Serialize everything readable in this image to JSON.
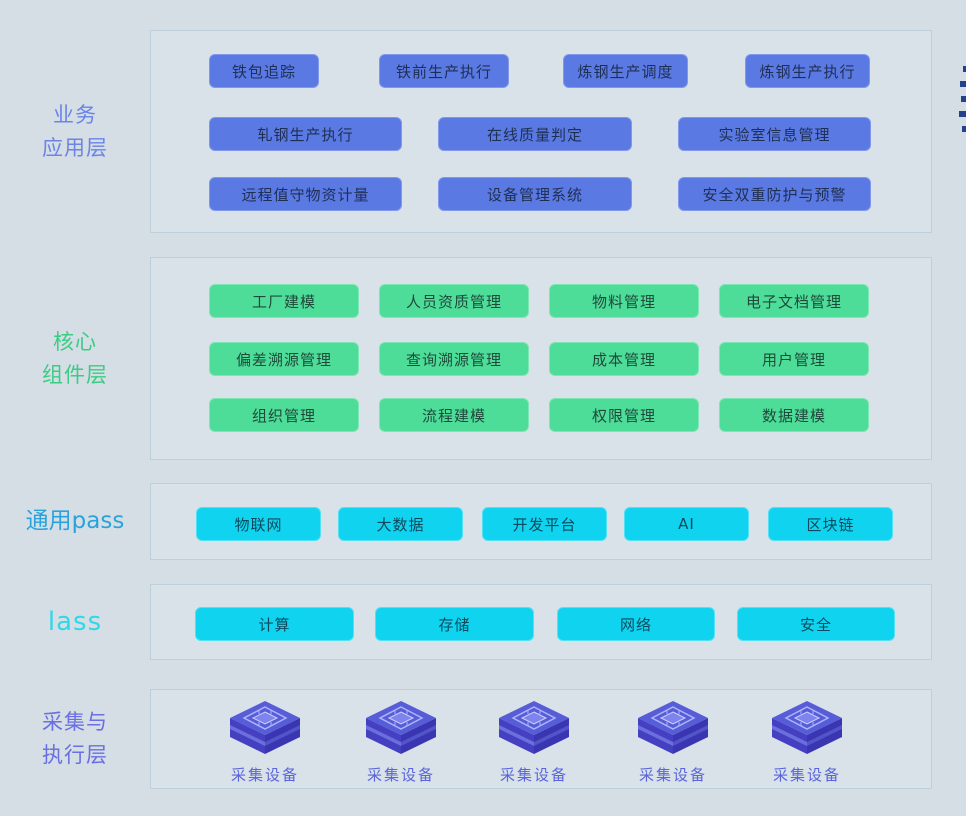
{
  "colors": {
    "background": "#d4dee4",
    "panel_border": "#bccfdb",
    "panel_fill": "#d8e2e8",
    "blue_pill": "#5b79e2",
    "green_pill": "#4edc99",
    "cyan_pill": "#0fd3ef",
    "blue_label": "#6b84e6",
    "green_label": "#3bcc84",
    "paas_label": "#2aa3dc",
    "iaas_label": "#2fd7e9",
    "purple_label": "#6a6fe4",
    "dot_color": "#25408c"
  },
  "layers": [
    {
      "label": [
        "业务",
        "应用层"
      ],
      "rows": [
        [
          "铁包追踪",
          "铁前生产执行",
          "炼钢生产调度",
          "炼钢生产执行"
        ],
        [
          "轧钢生产执行",
          "在线质量判定",
          "实验室信息管理"
        ],
        [
          "远程值守物资计量",
          "设备管理系统",
          "安全双重防护与预警"
        ]
      ]
    },
    {
      "label": [
        "核心",
        "组件层"
      ],
      "rows": [
        [
          "工厂建模",
          "人员资质管理",
          "物料管理",
          "电子文档管理"
        ],
        [
          "偏差溯源管理",
          "查询溯源管理",
          "成本管理",
          "用户管理"
        ],
        [
          "组织管理",
          "流程建模",
          "权限管理",
          "数据建模"
        ]
      ]
    },
    {
      "label": [
        "通用pass"
      ],
      "rows": [
        [
          "物联网",
          "大数据",
          "开发平台",
          "AI",
          "区块链"
        ]
      ]
    },
    {
      "label": [
        "lass"
      ],
      "rows": [
        [
          "计算",
          "存储",
          "网络",
          "安全"
        ]
      ]
    },
    {
      "label": [
        "采集与",
        "执行层"
      ],
      "devices": [
        "采集设备",
        "采集设备",
        "采集设备",
        "采集设备",
        "采集设备"
      ]
    }
  ]
}
